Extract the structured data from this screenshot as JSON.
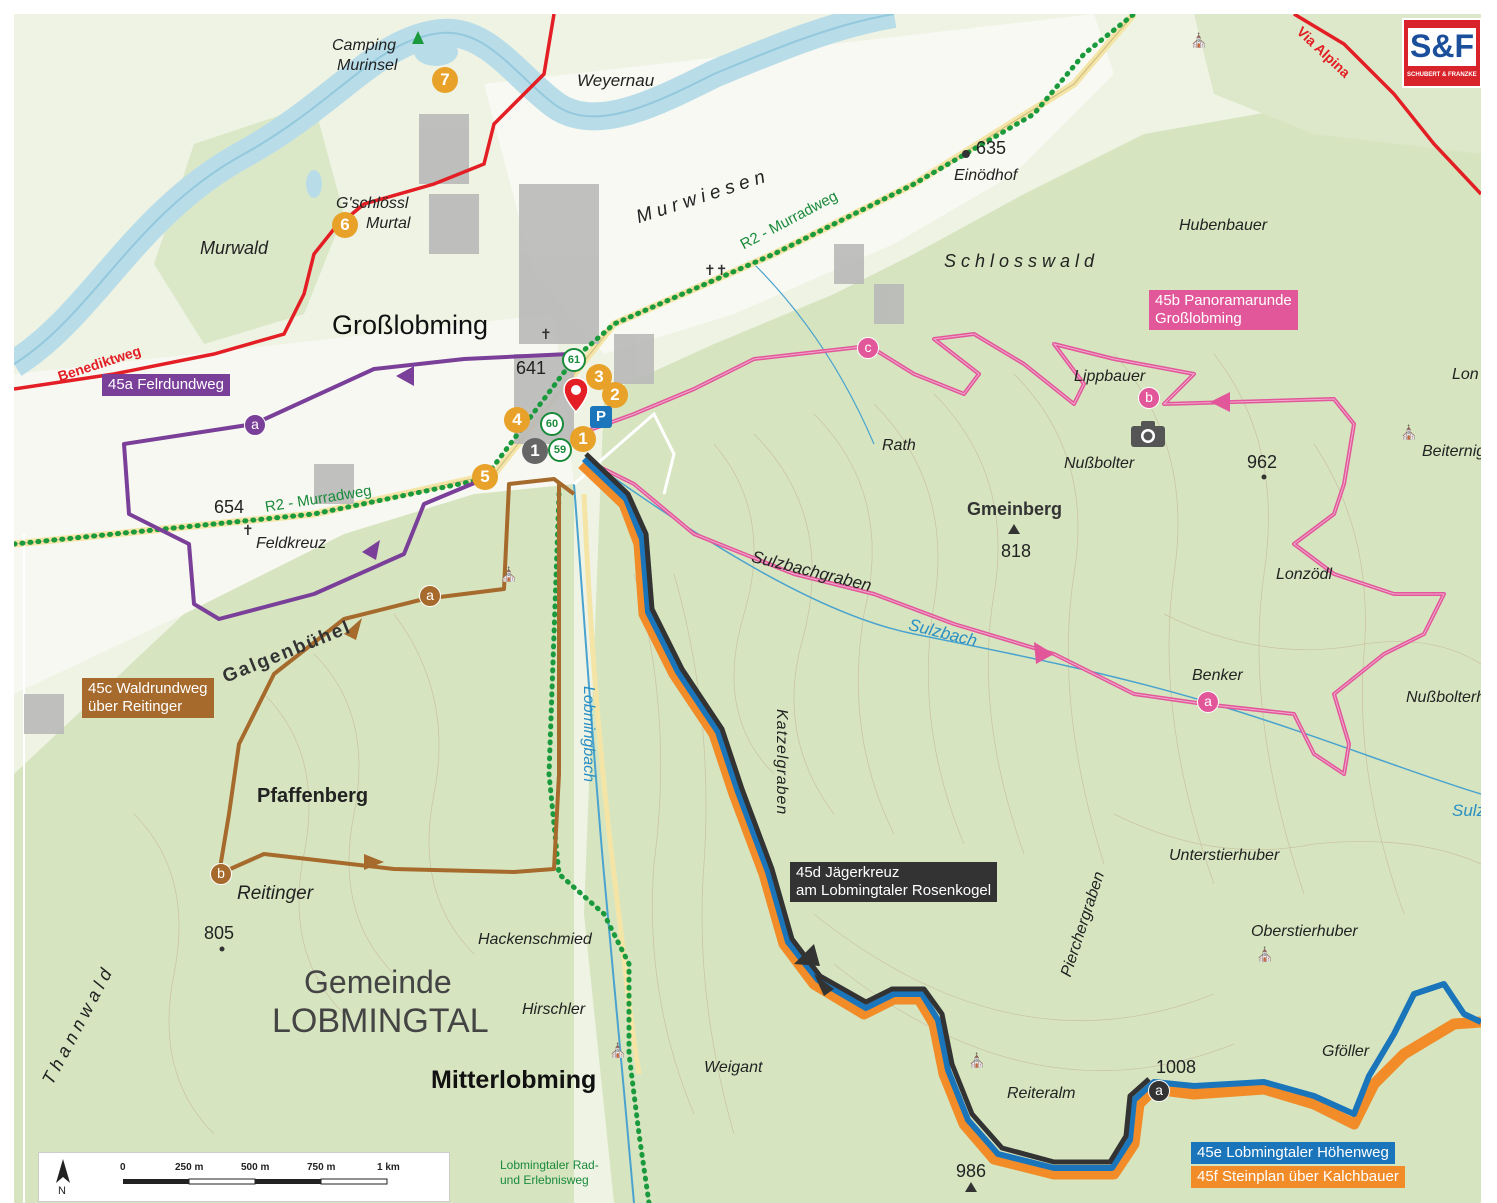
{
  "map": {
    "towns": {
      "grosslobming": "Großlobming",
      "mitterlobming": "Mitterlobming",
      "gemeinde_line1": "Gemeinde",
      "gemeinde_line2": "LOBMINGTAL"
    },
    "places": {
      "camping_line1": "Camping",
      "camping_line2": "Murinsel",
      "weyernau": "Weyernau",
      "murwiesen": "M u r w i e s e n",
      "einoedhof": "Einödhof",
      "gschloessl_line1": "G'schlössl",
      "gschloessl_line2": "Murtal",
      "murwald": "Murwald",
      "hubenbauer": "Hubenbauer",
      "schlosswald": "S c h l o s s w a l d",
      "lippbauer": "Lippbauer",
      "rath": "Rath",
      "nussbolter": "Nußbolter",
      "gmeinberg": "Gmeinberg",
      "lonzoedl": "Lonzödl",
      "beiternig": "Beiternig",
      "lon": "Lon",
      "sulzbachgraben": "Sulzbachgraben",
      "sulzbach": "Sulzbach",
      "sulz": "Sulz",
      "benker": "Benker",
      "nussbolterh": "Nußbolterh",
      "galgenbuehel": "Galgenbühel",
      "katzelgraben": "Katzelgraben",
      "lobmingbach": "Lobmingbach",
      "pfaffenberg": "Pfaffenberg",
      "reitinger": "Reitinger",
      "thannwald": "T h a n n w a l d",
      "hackenschmied": "Hackenschmied",
      "hirschler": "Hirschler",
      "weigant": "Weigant",
      "unterstierhuber": "Unterstierhuber",
      "oberstierhuber": "Oberstierhuber",
      "pierchergraben": "Pierchergraben",
      "reiteralm": "Reiteralm",
      "gfoeller": "Gföller",
      "feldkreuz": "Feldkreuz",
      "lobmingtaler_line1": "Lobmingtaler Rad-",
      "lobmingtaler_line2": "und Erlebnisweg"
    },
    "elevations": {
      "e635": "635",
      "e641": "641",
      "e654": "654",
      "e962": "962",
      "e818": "818",
      "e805": "805",
      "e1008": "1008",
      "e986": "986"
    },
    "trails": {
      "murradweg_1": "R2 - Murradweg",
      "murradweg_2": "R2 - Murradweg",
      "benediktweg": "Benediktweg",
      "via_alpina": "Via Alpina"
    },
    "route_labels": {
      "r45a": "45a Felrdundweg",
      "r45b_line1": "45b Panoramarunde",
      "r45b_line2": "Großlobming",
      "r45c_line1": "45c Waldrundweg",
      "r45c_line2": "über Reitinger",
      "r45d_line1": "45d Jägerkreuz",
      "r45d_line2": "am Lobmingtaler Rosenkogel",
      "r45e": "45e Lobmingtaler Höhenweg",
      "r45f": "45f Steinplan über Kalchbauer"
    },
    "markers": {
      "m1_orange": "1",
      "m2": "2",
      "m3": "3",
      "m4": "4",
      "m5": "5",
      "m6": "6",
      "m7": "7",
      "m1_grey": "1",
      "parking": "P",
      "bus59": "59",
      "bus60": "60",
      "bus61": "61",
      "wa_a": "a",
      "wb_a": "a",
      "wb_b": "b",
      "wb_c": "c",
      "wc_a": "a",
      "wc_b": "b",
      "we_a": "a"
    },
    "scale": {
      "t0": "0",
      "t250": "250 m",
      "t500": "500 m",
      "t750": "750 m",
      "t1": "1 km",
      "north": "N"
    },
    "logo": {
      "text_top": "S&F",
      "text_bottom": "SCHUBERT & FRANZKE"
    },
    "colors": {
      "route_45a": "#7a3f98",
      "route_45b": "#e2579a",
      "route_45c": "#a66a2c",
      "route_45d": "#333333",
      "route_45e": "#1b75bb",
      "route_45f": "#f28c28",
      "murradweg": "#1a9a3c",
      "river": "#b8dce8",
      "forest": "#d7e6c2"
    }
  }
}
